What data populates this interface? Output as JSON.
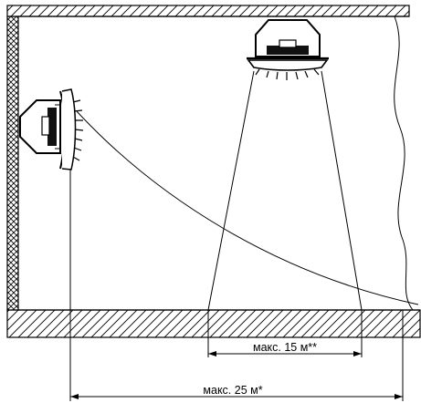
{
  "diagram": {
    "top_text_partial": "",
    "dimension_long": "макс. 25 м*",
    "dimension_short": "макс. 15 м**",
    "stroke_color": "#000000",
    "background": "#ffffff",
    "hatch_pattern": "diagonal-hatch",
    "wall_pattern": "cross-hatch"
  }
}
